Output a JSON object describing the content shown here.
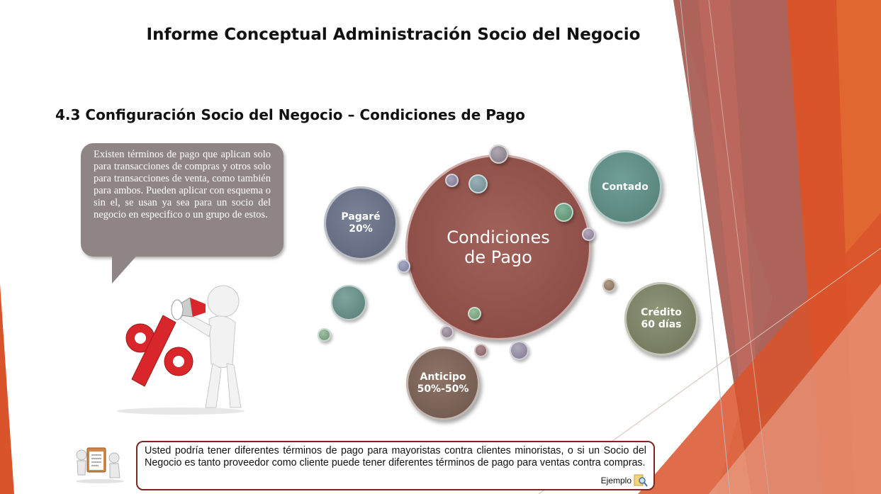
{
  "slide": {
    "title": "Informe Conceptual Administración Socio del Negocio",
    "subtitle": "4.3 Configuración Socio del Negocio – Condiciones de Pago"
  },
  "callout": {
    "text": "Existen términos de pago que aplican solo para transacciones de compras y otros solo para transacciones de venta, como también para ambos. Pueden aplicar con esquema o sin el, se usan ya sea para un socio del negocio en especifico o un grupo de estos."
  },
  "diagram": {
    "center": [
      "Condiciones",
      "de Pago"
    ],
    "contado": [
      "Contado"
    ],
    "pagare": [
      "Pagaré",
      "20%"
    ],
    "credito": [
      "Crédito",
      "60 días"
    ],
    "anticipo": [
      "Anticipo",
      "50%-50%"
    ]
  },
  "example": {
    "text": "Usted podría tener diferentes términos de pago para mayoristas contra clientes minoristas, o si un Socio del Negocio es tanto proveedor como cliente puede tener diferentes términos de pago para ventas contra compras.",
    "link_label": "Ejemplo"
  },
  "colors": {
    "accent_dark": "#7b2621",
    "accent_orange": "#d9542b",
    "bubble_center": "#94574f",
    "bubble_teal": "#5f8a82",
    "bubble_slate": "#6b7388",
    "bubble_olive": "#7e8466",
    "bubble_brown": "#7e6458"
  },
  "icons": {
    "figure": "megaphone-percent-figure",
    "example": "figures-clipboard-icon",
    "link": "magnifier-icon"
  }
}
